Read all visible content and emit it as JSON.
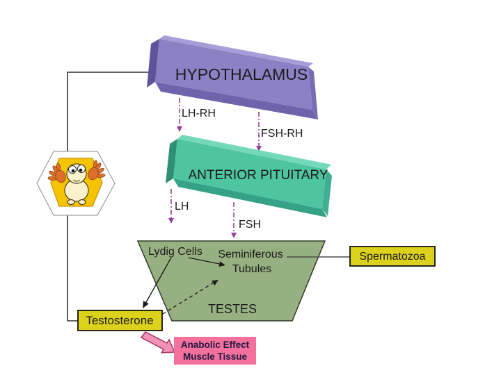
{
  "nodes": {
    "hypothalamus": "HYPOTHALAMUS",
    "anterior_pituitary": "ANTERIOR PITUITARY",
    "testes": "TESTES",
    "lydig_cells": "Lydig Cells",
    "seminiferous_line1": "Seminiferous",
    "seminiferous_line2": "Tubules",
    "spermatozoa": "Spermatozoa",
    "testosterone": "Testosterone",
    "anabolic_line1": "Anabolic Effect",
    "anabolic_line2": "Muscle Tissue"
  },
  "hormones": {
    "lh_rh": "LH-RH",
    "fsh_rh": "FSH-RH",
    "lh": "LH",
    "fsh": "FSH"
  },
  "icons": {
    "mascot": "cartoon-creature-in-yellow-hexagon"
  },
  "colors": {
    "hypothalamus_front": "#8d81c6",
    "pituitary_front": "#4fc4a1",
    "testes_fill": "#97b081",
    "yellow_box": "#ddd21b",
    "pink_box": "#f4719e",
    "pink_arrow": "#f193b5",
    "pink_arrow_outline": "#a23161",
    "hormone_arrow": "#993d9e",
    "feedback_line": "#4d4d4d",
    "hexagon_yellow": "#f5c400",
    "text": "#1a1a1a"
  }
}
